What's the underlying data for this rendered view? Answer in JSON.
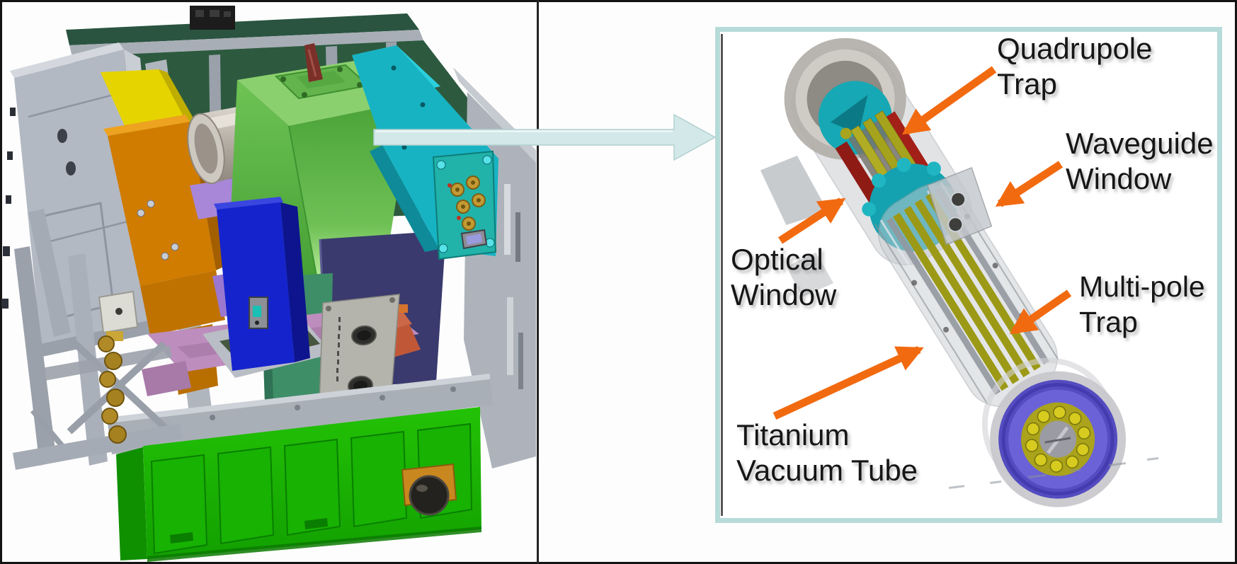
{
  "figure": {
    "kind": "engineering-cad-callout-figure",
    "background": "#fdfdfd",
    "frame_color": "#141414",
    "divider_color": "#222222"
  },
  "left_view": {
    "description": "Instrument physics-package assembly CAD model",
    "parts": [
      {
        "name": "rear-panel",
        "color": "#2d5a3f"
      },
      {
        "name": "enclosure-frame",
        "color": "#a9afb7"
      },
      {
        "name": "electronics-box",
        "color": "#b3b9c3"
      },
      {
        "name": "yellow-panel",
        "color": "#e6d400"
      },
      {
        "name": "orange-bracket",
        "color": "#d07c00"
      },
      {
        "name": "cylinder-housing",
        "color": "#b7b1a7"
      },
      {
        "name": "green-instrument-box",
        "color": "#6ec354"
      },
      {
        "name": "red-horn",
        "color": "#7a3028"
      },
      {
        "name": "teal-instrument-box",
        "color": "#17b3c3"
      },
      {
        "name": "connector-plate",
        "color": "#21b2aa"
      },
      {
        "name": "brass-connectors",
        "color": "#c39a33"
      },
      {
        "name": "blue-box",
        "color": "#1523cd"
      },
      {
        "name": "slate-panel",
        "color": "#3a3a6e"
      },
      {
        "name": "lavender-assembly",
        "color": "#a886d8"
      },
      {
        "name": "pink-baseplate",
        "color": "#bd8dbd"
      },
      {
        "name": "salmon-baseplate",
        "color": "#cc6848"
      },
      {
        "name": "green-base",
        "color": "#1db400"
      },
      {
        "name": "truss-legs",
        "color": "#a5abb5"
      },
      {
        "name": "brass-fittings",
        "color": "#b18a28"
      }
    ]
  },
  "callout_arrow": {
    "name": "detail-callout-arrow",
    "color": "#d3e8e8"
  },
  "right_view": {
    "border_color": "#b7dbd9",
    "background": "#ffffff",
    "arrow_color": "#f26a10",
    "labels": [
      {
        "id": "quadrupole-trap",
        "lines": [
          "Quadrupole",
          "Trap"
        ]
      },
      {
        "id": "waveguide-window",
        "lines": [
          "Waveguide",
          "Window"
        ]
      },
      {
        "id": "optical-window",
        "lines": [
          "Optical",
          "Window"
        ]
      },
      {
        "id": "multi-pole-trap",
        "lines": [
          "Multi-pole",
          "Trap"
        ]
      },
      {
        "id": "titanium-vacuum-tube",
        "lines": [
          "Titanium",
          "Vacuum Tube"
        ]
      }
    ],
    "parts": [
      {
        "name": "vacuum-housing",
        "color": "#c4c8cc"
      },
      {
        "name": "end-cap-rings",
        "color": "#b2aea8"
      },
      {
        "name": "trap-electrodes-red",
        "color": "#a32019"
      },
      {
        "name": "multipole-rods-olive",
        "color": "#a5a21d"
      },
      {
        "name": "teal-collar",
        "color": "#14a2b0"
      },
      {
        "name": "flange-blue",
        "color": "#544cc0"
      },
      {
        "name": "bolt-circle-yellow",
        "color": "#d7cb1f"
      }
    ]
  }
}
